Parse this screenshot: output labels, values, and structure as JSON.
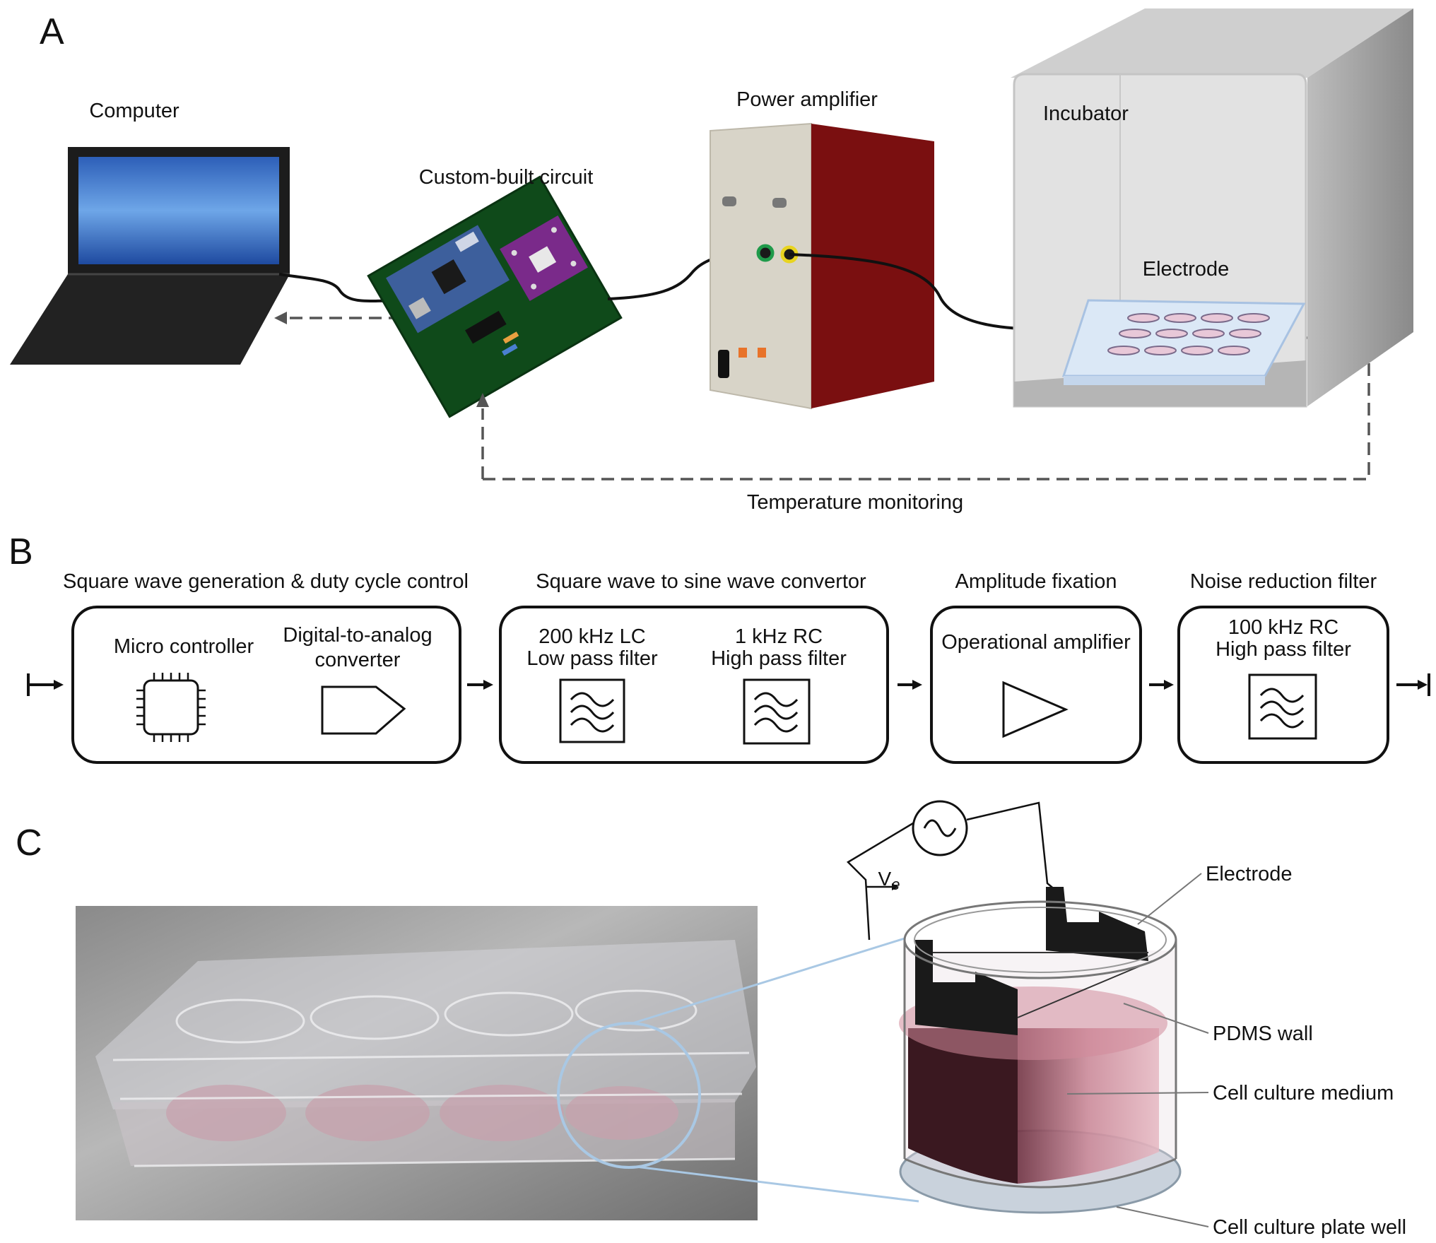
{
  "panels": {
    "a": {
      "letter": "A",
      "labels": {
        "computer": "Computer",
        "circuit": "Custom-built circuit",
        "amplifier": "Power amplifier",
        "incubator": "Incubator",
        "electrode": "Electrode",
        "temperature": "Temperature monitoring"
      }
    },
    "b": {
      "letter": "B",
      "stages": [
        {
          "title": "Square wave generation & duty cycle control",
          "items": [
            {
              "lines": [
                "Micro controller"
              ],
              "icon": "chip-icon"
            },
            {
              "lines": [
                "Digital-to-analog",
                "converter"
              ],
              "icon": "dac-icon"
            }
          ]
        },
        {
          "title": "Square wave to sine wave convertor",
          "items": [
            {
              "lines": [
                "200 kHz LC",
                "Low pass filter"
              ],
              "icon": "filter-icon"
            },
            {
              "lines": [
                "1 kHz RC",
                "High pass filter"
              ],
              "icon": "filter-icon"
            }
          ]
        },
        {
          "title": "Amplitude fixation",
          "items": [
            {
              "lines": [
                "Operational amplifier"
              ],
              "icon": "opamp-icon"
            }
          ]
        },
        {
          "title": "Noise reduction filter",
          "items": [
            {
              "lines": [
                "100 kHz RC",
                "High pass filter"
              ],
              "icon": "filter-icon"
            }
          ]
        }
      ]
    },
    "c": {
      "letter": "C",
      "voltage_symbol": "V",
      "voltage_subscript": "e",
      "callouts": [
        "Electrode",
        "PDMS wall",
        "Cell culture medium",
        "Cell culture plate well"
      ]
    }
  },
  "colors": {
    "laptop_body": "#1c1c1c",
    "laptop_screen": "#3a6fc8",
    "pcb": "#0f4a1a",
    "pcb_blue": "#3d5f9c",
    "pcb_purple": "#7a2a8a",
    "amp_front": "#d8d4c8",
    "amp_side": "#7a0f10",
    "incubator_front": "#e0e0e0",
    "incubator_side": "#9a9a9a",
    "medium": "#d28a9a",
    "electrode_plate": "#1a1a1a"
  }
}
